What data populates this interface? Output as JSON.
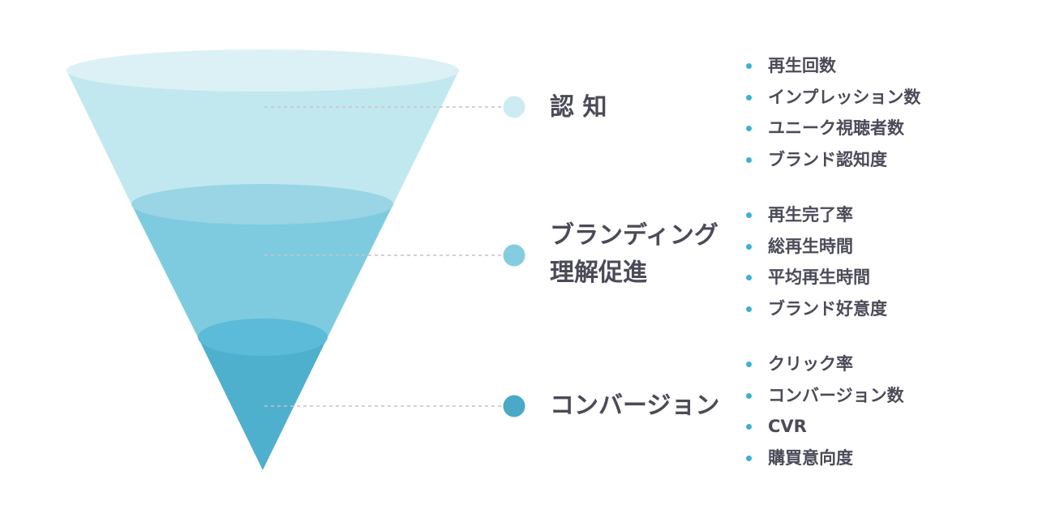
{
  "colors": {
    "stage1": "#c2e8ef",
    "stage1_top": "#dcf1f5",
    "stage2": "#7ecbe0",
    "stage2_top": "#99d5e5",
    "stage3": "#4fb0ce",
    "stage3_top": "#5bbbd8",
    "dot1": "#cdecf2",
    "dot2": "#84cde1",
    "dot3": "#4aa9c7",
    "bullet": "#3fb0d1",
    "text": "#4b4b58",
    "connector": "#c4c4c4"
  },
  "stages": [
    {
      "label_lines": [
        "認 知"
      ],
      "metrics": [
        "再生回数",
        "インプレッション数",
        "ユニーク視聴者数",
        "ブランド認知度"
      ]
    },
    {
      "label_lines": [
        "ブランディング",
        "理解促進"
      ],
      "metrics": [
        "再生完了率",
        "総再生時間",
        "平均再生時間",
        "ブランド好意度"
      ]
    },
    {
      "label_lines": [
        "コンバージョン"
      ],
      "metrics": [
        "クリック率",
        "コンバージョン数",
        "CVR",
        "購買意向度"
      ]
    }
  ]
}
